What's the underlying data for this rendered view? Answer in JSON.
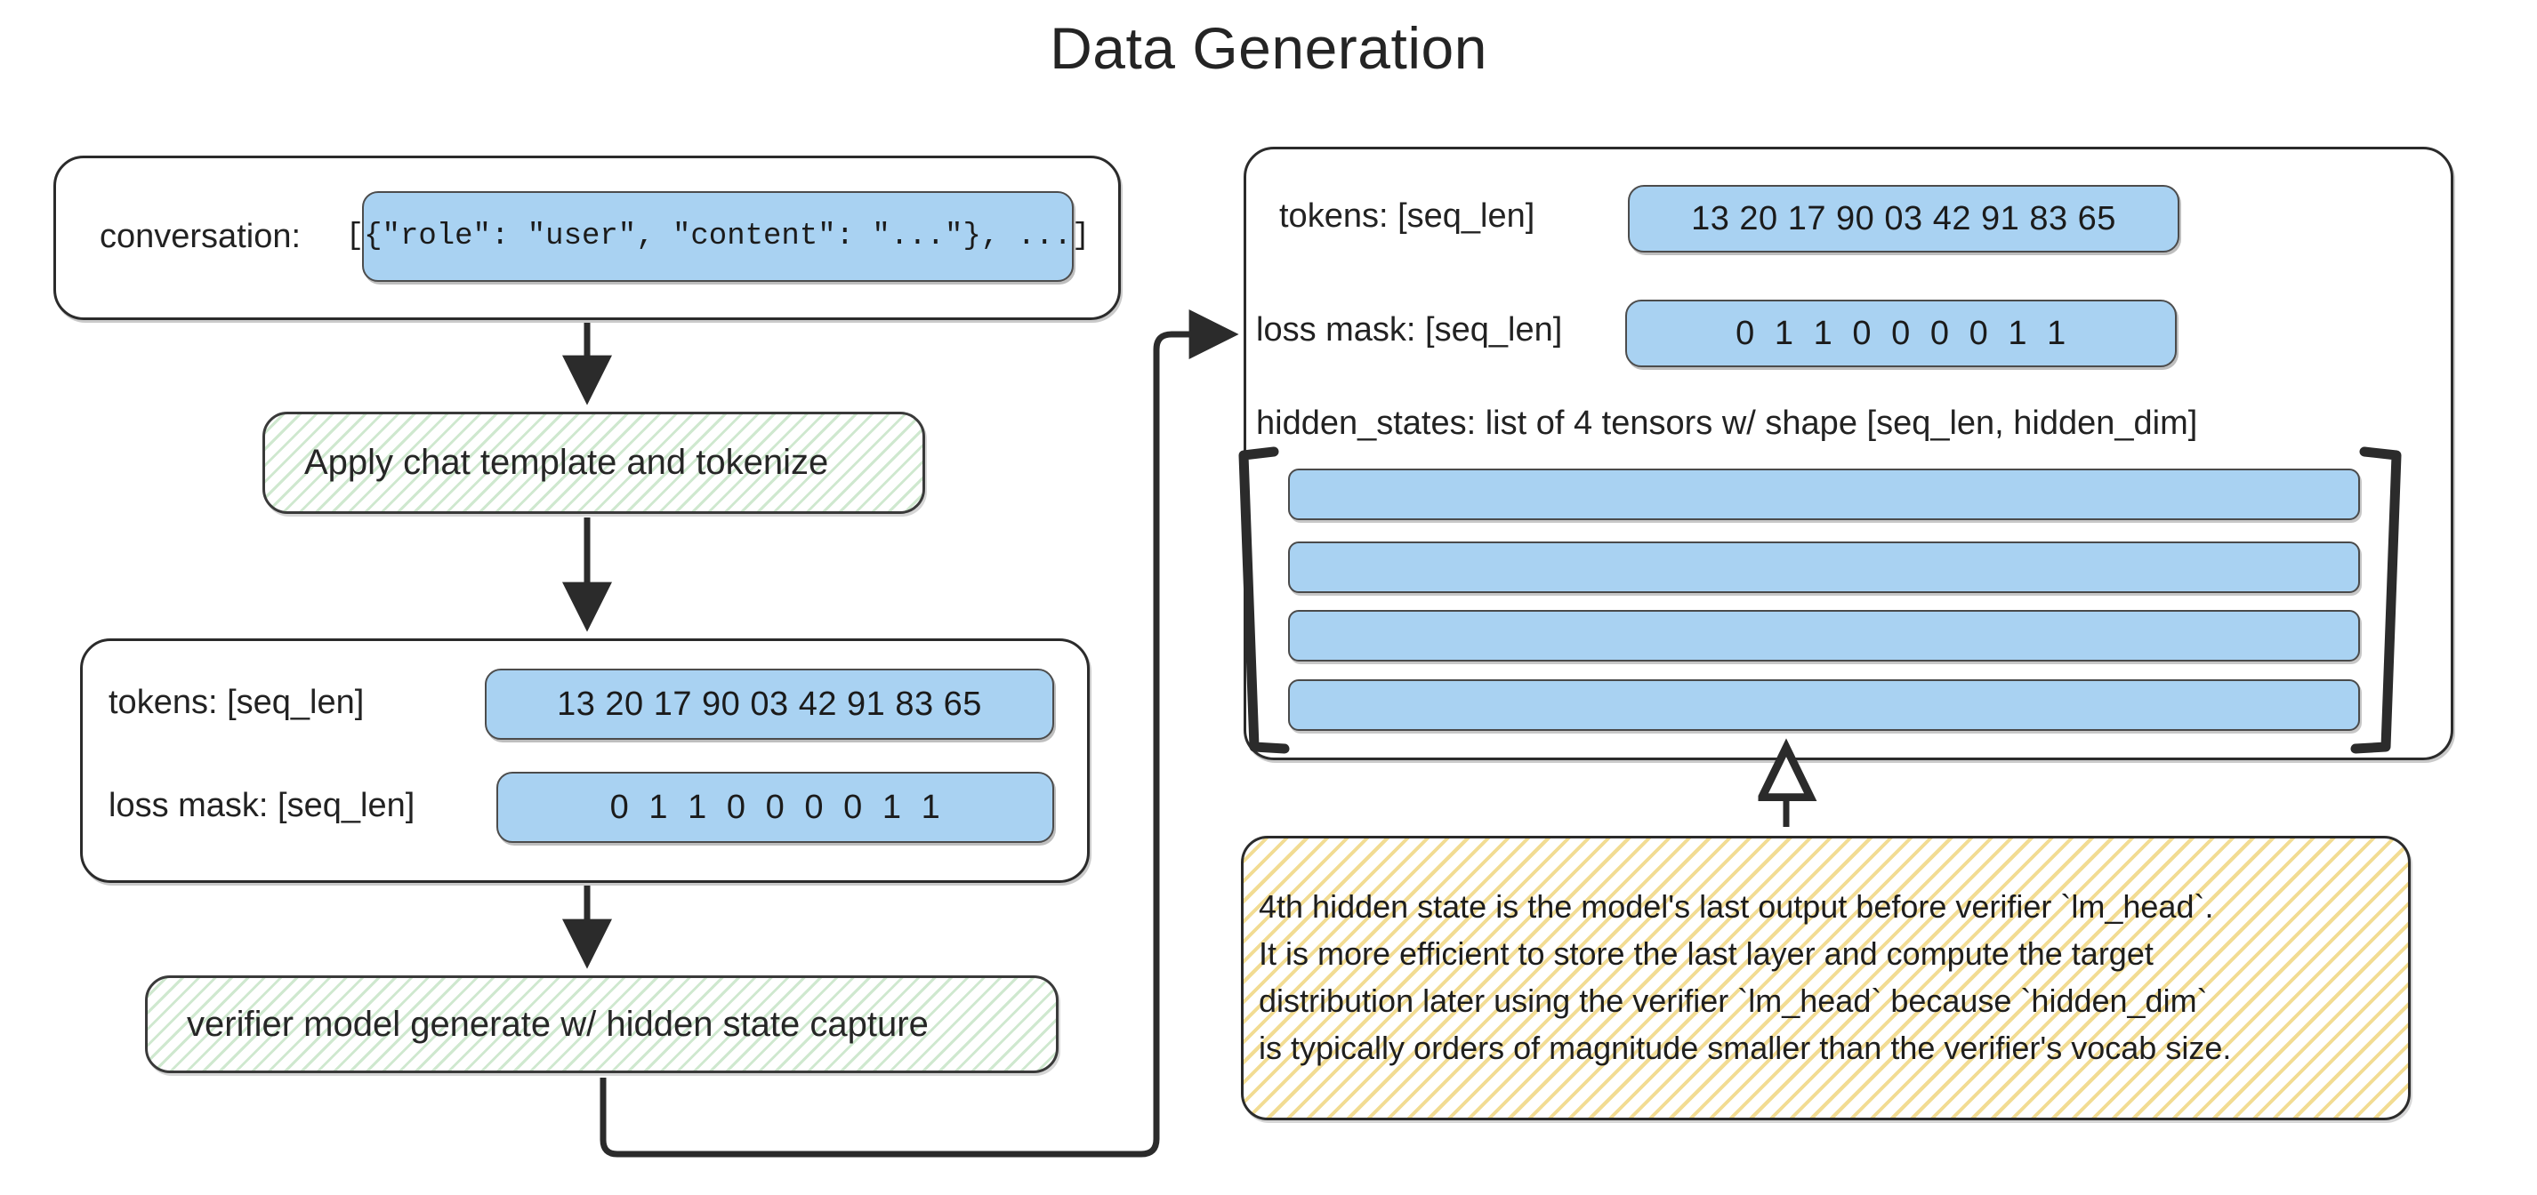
{
  "title": "Data Generation",
  "left_flow": {
    "input_box": {
      "label": "conversation:",
      "value": "[{\"role\": \"user\", \"content\": \"...\"}, ...]"
    },
    "process_1": "Apply chat template and tokenize",
    "tokens_box": {
      "tokens_label": "tokens: [seq_len]",
      "tokens_value": "13 20 17 90 03 42 91 83 65",
      "loss_mask_label": "loss mask: [seq_len]",
      "loss_mask_value": "0  1  1  0  0  0  0  1  1"
    },
    "process_2": "verifier model generate w/ hidden state capture"
  },
  "right_panel": {
    "tokens_label": "tokens: [seq_len]",
    "tokens_value": "13 20 17 90 03 42 91 83 65",
    "loss_mask_label": "loss mask: [seq_len]",
    "loss_mask_value": "0  1  1  0  0  0  0  1  1",
    "hidden_states_label": "hidden_states: list of 4 tensors w/ shape [seq_len, hidden_dim]",
    "tensor_count": 4
  },
  "note": {
    "lines": [
      "4th hidden state is the model's last output before verifier `lm_head`.",
      "It is more efficient to store the last layer and compute the target",
      "distribution later using the verifier `lm_head` because `hidden_dim`",
      "is typically orders of magnitude smaller than the verifier's vocab size."
    ]
  },
  "colors": {
    "chip_blue": "#a9d2f2",
    "hatch_green": "#cfe8cf",
    "hatch_yellow": "#f2dc93",
    "stroke": "#2b2b2b"
  }
}
